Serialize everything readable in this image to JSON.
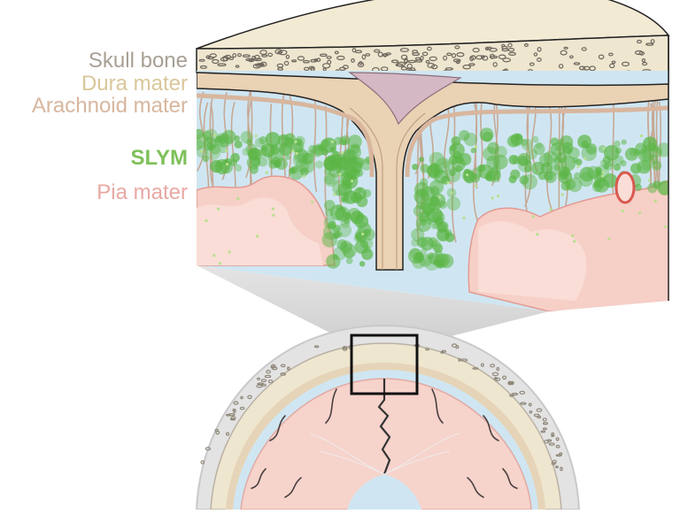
{
  "labels": {
    "skull_bone": "Skull bone",
    "dura_mater": "Dura mater",
    "arachnoid_mater": "Arachnoid mater",
    "slym": "SLYM",
    "pia_mater": "Pia mater"
  },
  "colors": {
    "skull_bone": "#a89f94",
    "dura_mater": "#d9c79a",
    "arachnoid_mater": "#d8b69e",
    "slym": "#7ec05a",
    "pia_mater": "#e8a8a3",
    "brain_tissue": "#f6cfc6",
    "csf_space": "#cfe6f2",
    "bone_top": "#f3ead4",
    "dura_fill": "#e7cfb2"
  }
}
